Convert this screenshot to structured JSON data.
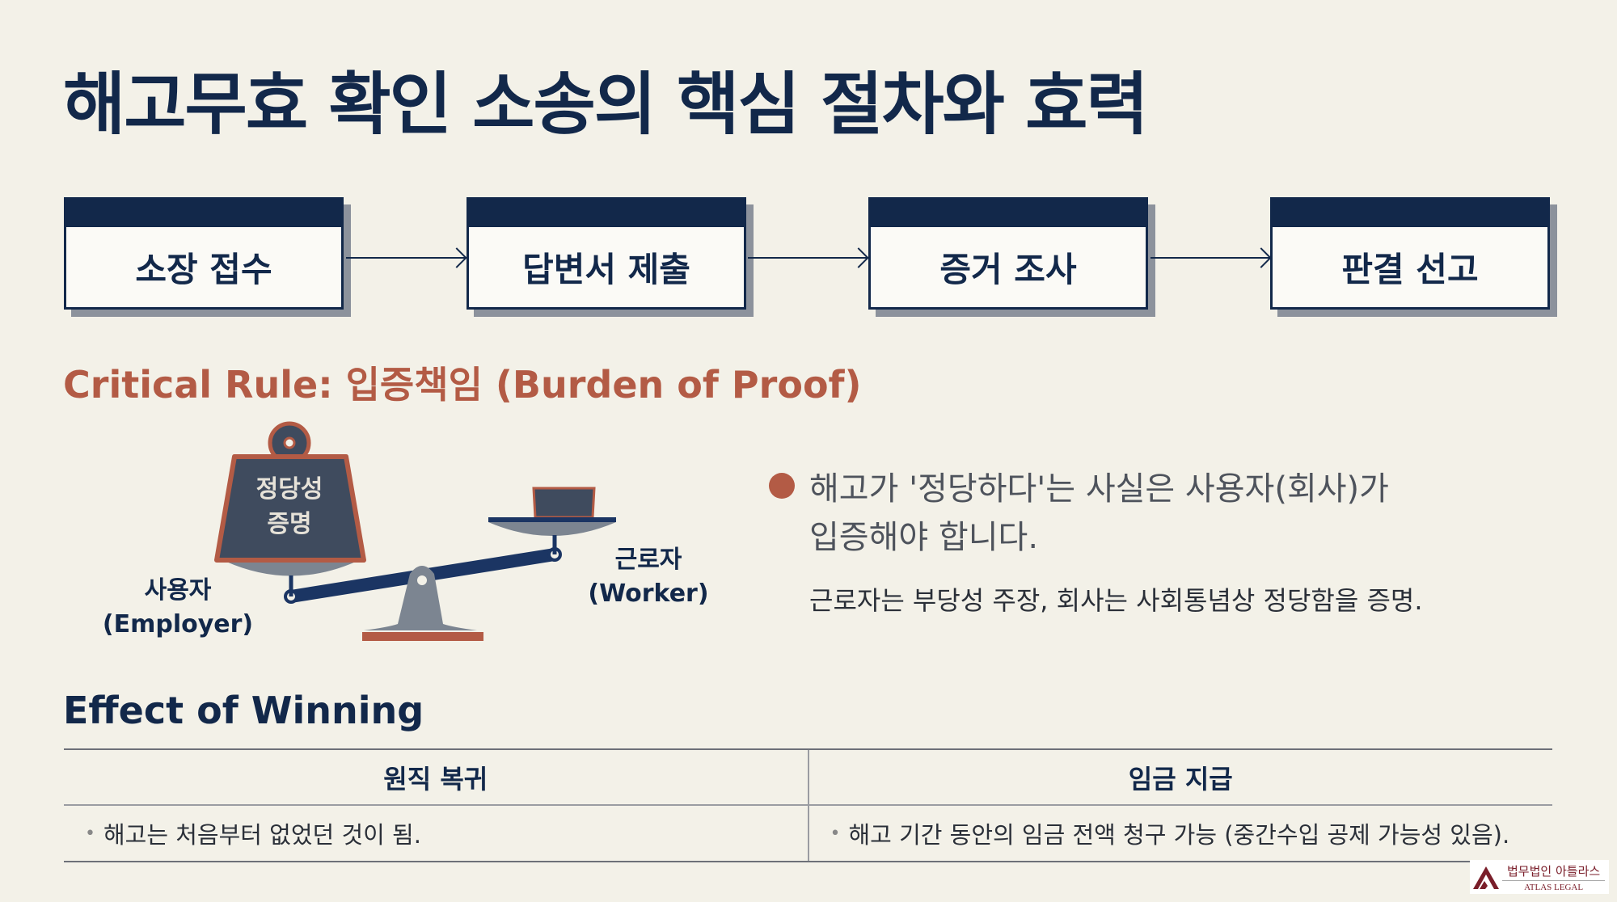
{
  "title": "해고무효 확인 소송의 핵심 절차와 효력",
  "steps": [
    {
      "label": "소장 접수"
    },
    {
      "label": "답변서 제출"
    },
    {
      "label": "증거 조사"
    },
    {
      "label": "판결 선고"
    }
  ],
  "rule_heading": "Critical Rule: 입증책임 (Burden of Proof)",
  "scale": {
    "weight_line1": "정당성",
    "weight_line2": "증명",
    "employer_kr": "사용자",
    "employer_en": "(Employer)",
    "worker_kr": "근로자",
    "worker_en": "(Worker)"
  },
  "bullet": {
    "line1": "해고가 '정당하다'는 사실은 사용자(회사)가",
    "line2": "입증해야 합니다.",
    "sub": "근로자는 부당성 주장, 회사는 사회통념상 정당함을 증명."
  },
  "effect_heading": "Effect of Winning",
  "table": {
    "headers": [
      "원직 복귀",
      "임금 지급"
    ],
    "cells": [
      "해고는 처음부터 없었던 것이 됨.",
      "해고 기간 동안의 임금 전액 청구 가능 (중간수입 공제 가능성 있음)."
    ]
  },
  "logo": {
    "kr": "법무법인 아틀라스",
    "en": "ATLAS LEGAL"
  },
  "colors": {
    "navy": "#12284a",
    "rust": "#b35b45",
    "background": "#f3f1e8"
  }
}
